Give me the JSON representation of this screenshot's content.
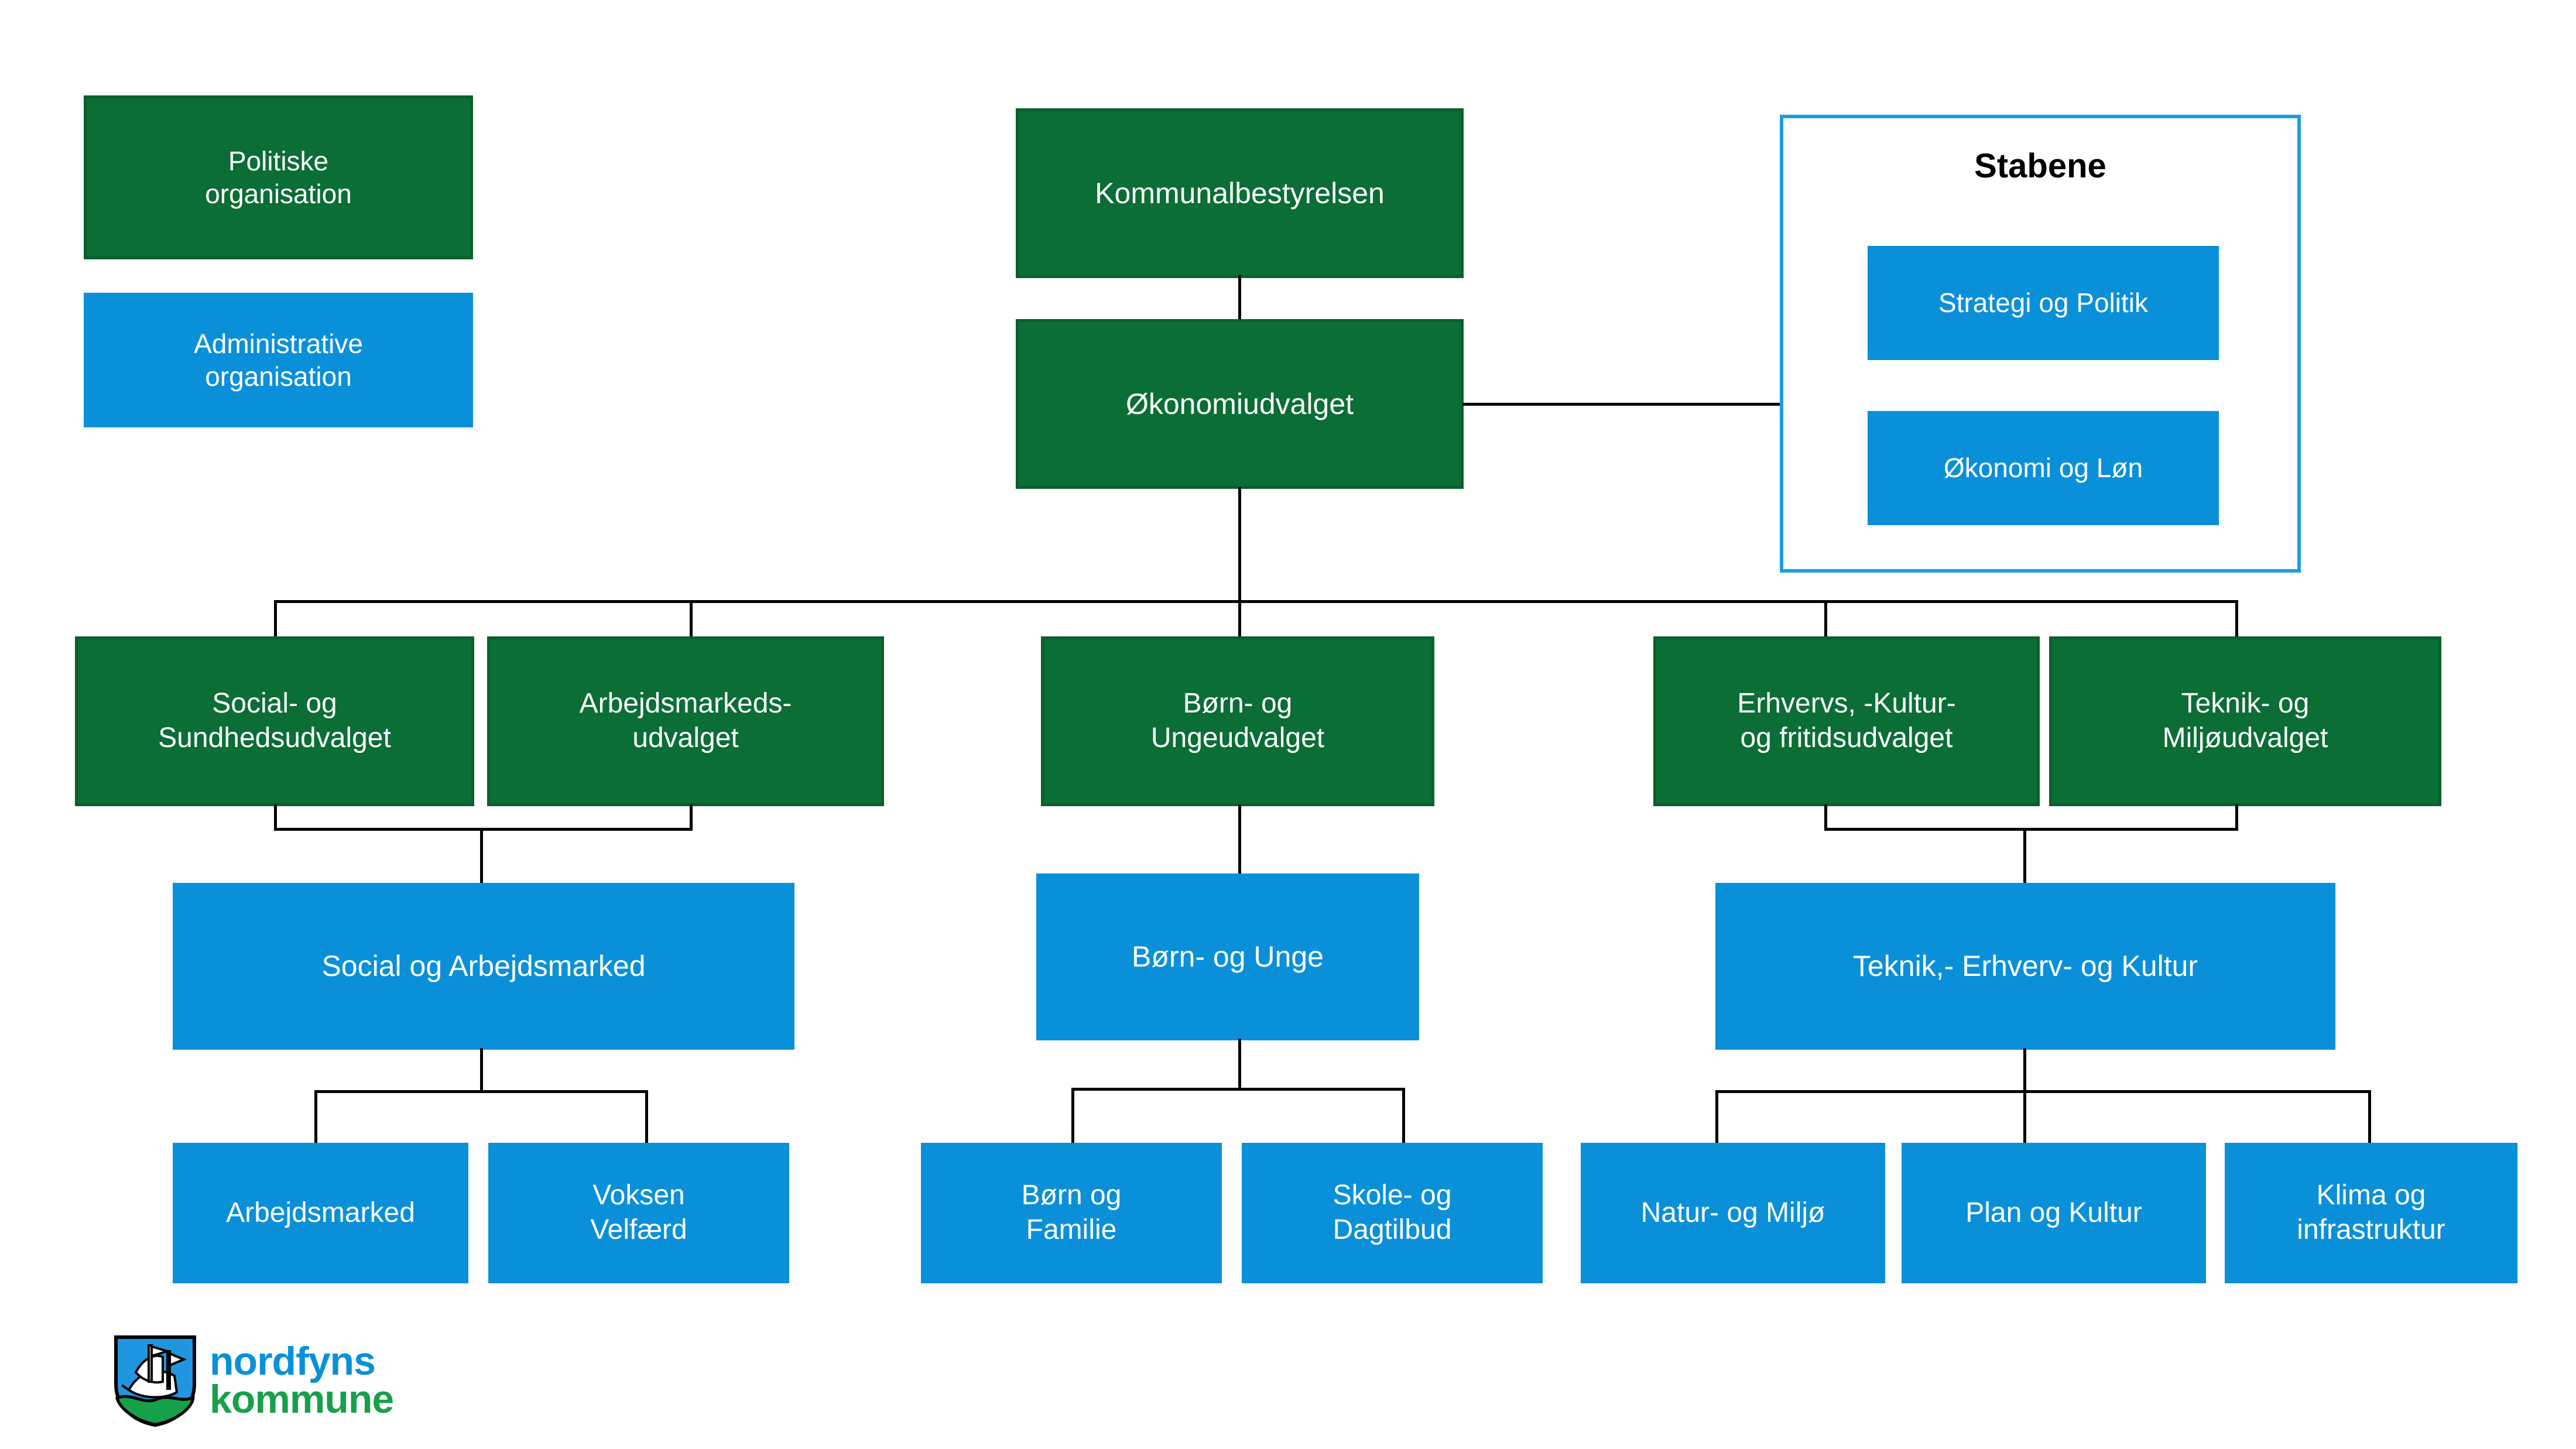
{
  "legend": {
    "political": {
      "label": "Politiske\norganisation",
      "color": "#0a6e35"
    },
    "administrative": {
      "label": "Administrative\norganisation",
      "color": "#0a90d9"
    }
  },
  "top": {
    "council": "Kommunalbestyrelsen",
    "finance_committee": "Økonomiudvalget"
  },
  "staff_panel": {
    "title": "Stabene",
    "units": [
      {
        "label": "Strategi og Politik"
      },
      {
        "label": "Økonomi og Løn"
      }
    ]
  },
  "committees": [
    {
      "label": "Social- og\nSundhedsudvalget"
    },
    {
      "label": "Arbejdsmarkeds-\nudvalget"
    },
    {
      "label": "Børn- og\nUngeudvalget"
    },
    {
      "label": "Erhvervs, -Kultur-\nog fritidsudvalget"
    },
    {
      "label": "Teknik- og\nMiljøudvalget"
    }
  ],
  "directorates": [
    {
      "label": "Social og Arbejdsmarked"
    },
    {
      "label": "Børn- og Unge"
    },
    {
      "label": "Teknik,- Erhverv- og Kultur"
    }
  ],
  "departments": [
    {
      "label": "Arbejdsmarked"
    },
    {
      "label": "Voksen\nVelfærd"
    },
    {
      "label": "Børn og\nFamilie"
    },
    {
      "label": "Skole- og\nDagtilbud"
    },
    {
      "label": "Natur- og Miljø"
    },
    {
      "label": "Plan og Kultur"
    },
    {
      "label": "Klima og\ninfrastruktur"
    }
  ],
  "logo": {
    "line1": "nordfyns",
    "line2": "kommune",
    "color_top": "#0a90d9",
    "color_bottom": "#17a04a"
  },
  "colors": {
    "green": "#0a6e35",
    "green_border": "#0b5f2d",
    "blue": "#0a90d9",
    "panel_border": "#1e9ee0",
    "connector": "#000000"
  }
}
